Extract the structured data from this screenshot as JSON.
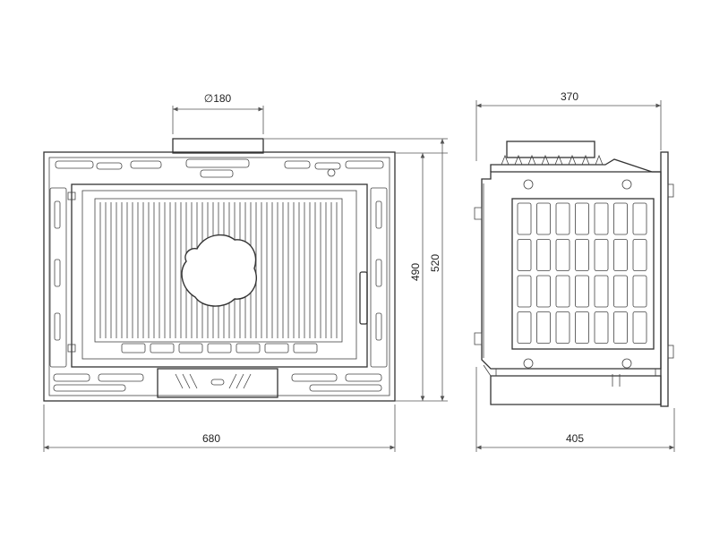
{
  "dimensions": {
    "flue_diameter": "∅180",
    "front_width": "680",
    "front_height_inner": "490",
    "front_height_outer": "520",
    "side_depth_top": "370",
    "side_depth_bottom": "405"
  },
  "colors": {
    "line": "#333333",
    "background": "#ffffff"
  }
}
